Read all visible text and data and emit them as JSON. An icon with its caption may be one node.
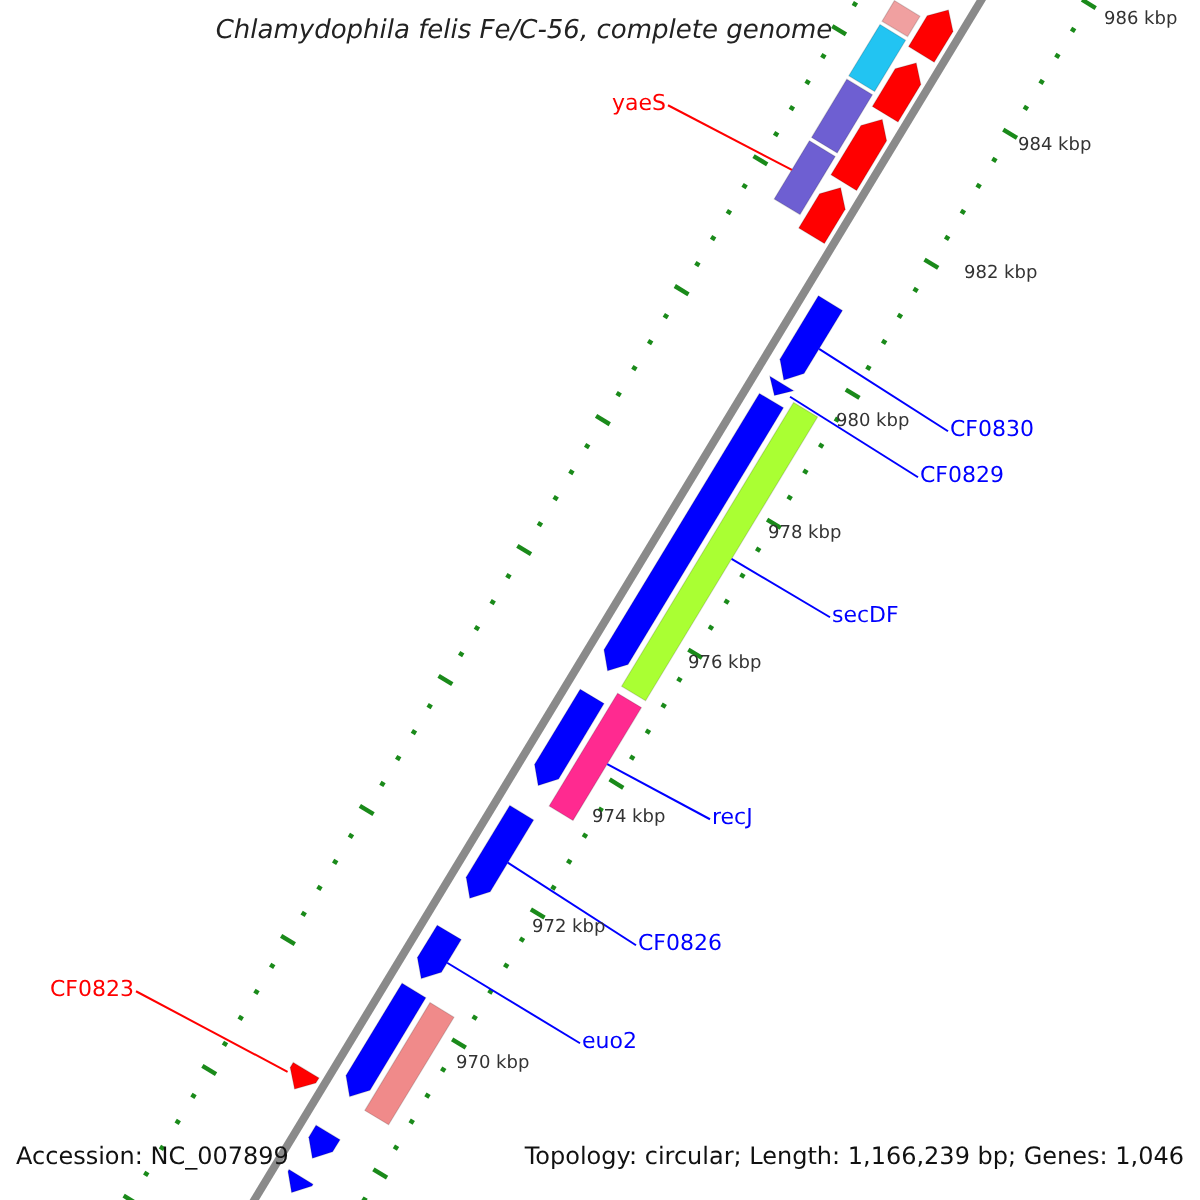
{
  "diagram": {
    "title": "Chlamydophila felis Fe/C-56, complete genome",
    "nodes": [
      {
        "text": [],
        "shape": "box"
      },
      {
        "text": [],
        "shape": "box"
      },
      {
        "text": [],
        "shape": "box"
      },
      {
        "text": [],
        "shape": "box"
      },
      {
        "text": [
          "yaeS"
        ]
      },
      {
        "text": [],
        "shape": "box"
      },
      {
        "text": [],
        "shape": "box"
      },
      {
        "text": [],
        "shape": "box"
      },
      {
        "text": [],
        "shape": "box"
      },
      {
        "text": [],
        "shape": "box"
      },
      {
        "text": [
          "CF0830"
        ]
      },
      {
        "text": [],
        "shape": "box"
      },
      {
        "text": [
          "CF0829"
        ]
      },
      {
        "text": [],
        "shape": "box"
      },
      {
        "text": [],
        "shape": "bar"
      },
      {
        "text": [
          "secDF"
        ]
      },
      {
        "text": [],
        "shape": "bar"
      },
      {
        "text": [],
        "shape": "box"
      },
      {
        "text": [
          "recJ"
        ]
      },
      {
        "text": [],
        "shape": "box"
      },
      {
        "text": [
          "CF0826"
        ]
      },
      {
        "text": [],
        "shape": "box"
      },
      {
        "text": [
          "euo2"
        ]
      },
      {
        "text": [
          "CF0823"
        ]
      },
      {
        "text": [],
        "shape": "box"
      },
      {
        "text": [],
        "shape": "bar"
      },
      {
        "text": [],
        "shape": "box"
      },
      {
        "text": [],
        "shape": "box"
      },
      {
        "text": [],
        "shape": "box"
      }
    ],
    "edges": [
      {
        "from": 4,
        "to": 7,
        "arrow": "none",
        "color": "#ff0000"
      },
      {
        "from": 10,
        "to": 9,
        "arrow": "none"
      },
      {
        "from": 12,
        "to": 11,
        "arrow": "none"
      },
      {
        "from": 15,
        "to": 14,
        "arrow": "none"
      },
      {
        "from": 18,
        "to": 16,
        "arrow": "none"
      },
      {
        "from": 20,
        "to": 19,
        "arrow": "none"
      },
      {
        "from": 22,
        "to": 21,
        "arrow": "none"
      },
      {
        "from": 23,
        "to": 26,
        "arrow": "none",
        "color": "#ff0000"
      }
    ],
    "labels": [
      "986 kbp",
      "984 kbp",
      "982 kbp",
      "980 kbp",
      "978 kbp",
      "976 kbp",
      "974 kbp",
      "972 kbp",
      "970 kbp",
      "Accession: NC_007899",
      "Topology: circular; Length: 1,166,239 bp; Genes: 1,046"
    ]
  }
}
